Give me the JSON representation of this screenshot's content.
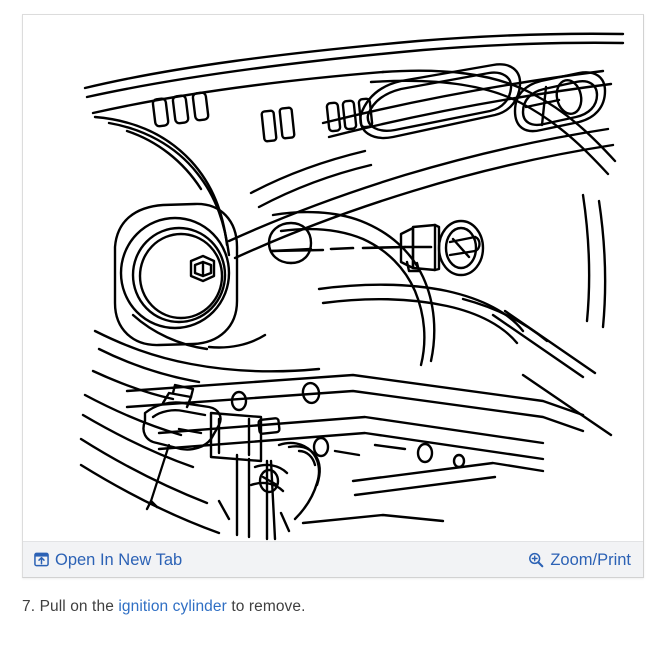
{
  "card": {
    "figure": {
      "alt_title": "Ignition cylinder location diagram",
      "description": "Line drawing of vehicle instrument panel and steering column showing the ignition lock cylinder",
      "callout_style": "dashed-leader-line",
      "line_color": "#000000",
      "background": "#ffffff"
    },
    "toolbar": {
      "open_new_tab": {
        "label": "Open In New Tab",
        "icon": "open-in-new-tab-icon"
      },
      "zoom_print": {
        "label": "Zoom/Print",
        "icon": "magnifier-plus-icon"
      },
      "link_color": "#2c62b5",
      "background": "#f2f3f5"
    }
  },
  "caption": {
    "step_number": "7.",
    "text_before": "Pull on the",
    "link_text": "ignition cylinder",
    "text_after": "to remove.",
    "link_color": "#2f6fc4",
    "text_color": "#3f3f3f"
  }
}
